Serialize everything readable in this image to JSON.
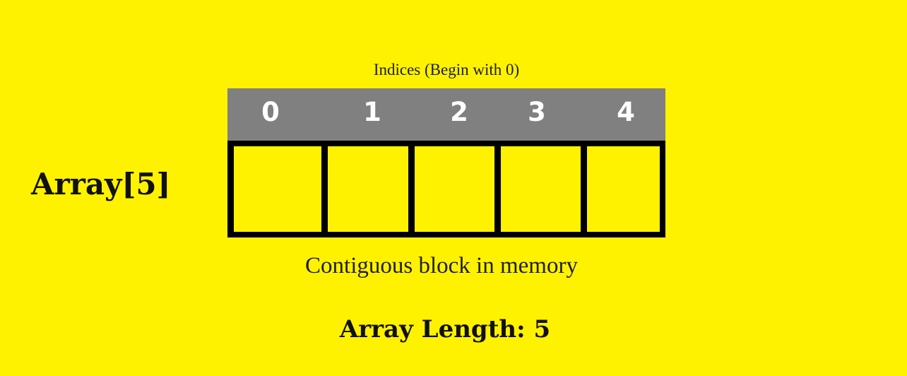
{
  "colors": {
    "background": "#fff200",
    "index_bar": "#808080",
    "index_text": "#ffffff",
    "cell_border": "#000000",
    "text": "#111111"
  },
  "indices_caption": "Indices (Begin with 0)",
  "indices": [
    "0",
    "1",
    "2",
    "3",
    "4"
  ],
  "array_label": "Array[5]",
  "memory_caption": "Contiguous block in memory",
  "length_label": "Array Length: 5"
}
